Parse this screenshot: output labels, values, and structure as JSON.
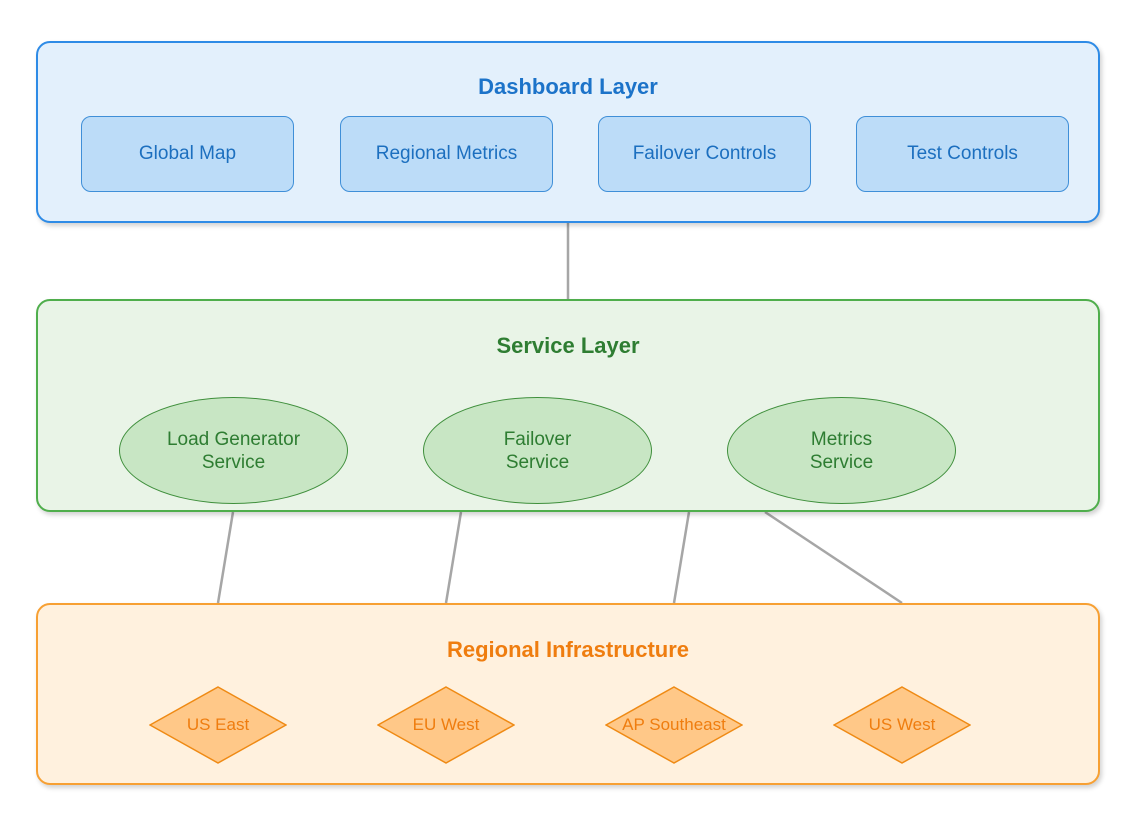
{
  "dashboard_layer": {
    "title": "Dashboard Layer",
    "items": [
      "Global Map",
      "Regional Metrics",
      "Failover Controls",
      "Test Controls"
    ]
  },
  "service_layer": {
    "title": "Service Layer",
    "services": [
      {
        "line1": "Load Generator",
        "line2": "Service"
      },
      {
        "line1": "Failover",
        "line2": "Service"
      },
      {
        "line1": "Metrics",
        "line2": "Service"
      }
    ]
  },
  "regional_infrastructure": {
    "title": "Regional Infrastructure",
    "regions": [
      "US East",
      "EU West",
      "AP Southeast",
      "US West"
    ]
  },
  "colors": {
    "dashboard_border": "#2e8be6",
    "service_border": "#4fae4c",
    "regional_border": "#f7a033",
    "connector": "#a6a6a6"
  }
}
